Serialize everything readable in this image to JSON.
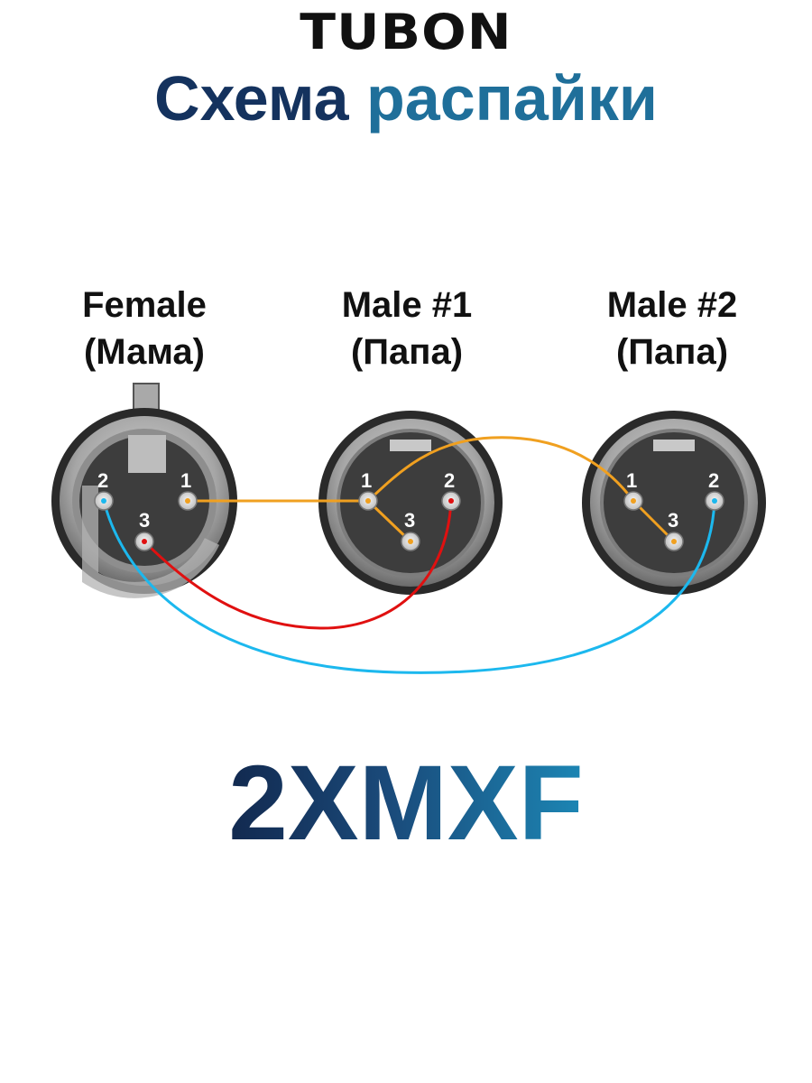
{
  "brand": "TUBON",
  "title": {
    "word1": "Схема",
    "word2": "распайки"
  },
  "connectors": [
    {
      "name": "Female",
      "sub": "(Мама)"
    },
    {
      "name": "Male #1",
      "sub": "(Папа)"
    },
    {
      "name": "Male #2",
      "sub": "(Папа)"
    }
  ],
  "pins": {
    "p1": "1",
    "p2": "2",
    "p3": "3"
  },
  "model": "2XMXF",
  "colors": {
    "wire_pin1": "#f0a020",
    "wire_pin2": "#1cb8ee",
    "wire_pin3": "#e01010",
    "connector_body": "#3d3d3d",
    "connector_ring": "#9a9a9a",
    "title_dark": "#14325e",
    "title_light": "#1f6f9a"
  }
}
